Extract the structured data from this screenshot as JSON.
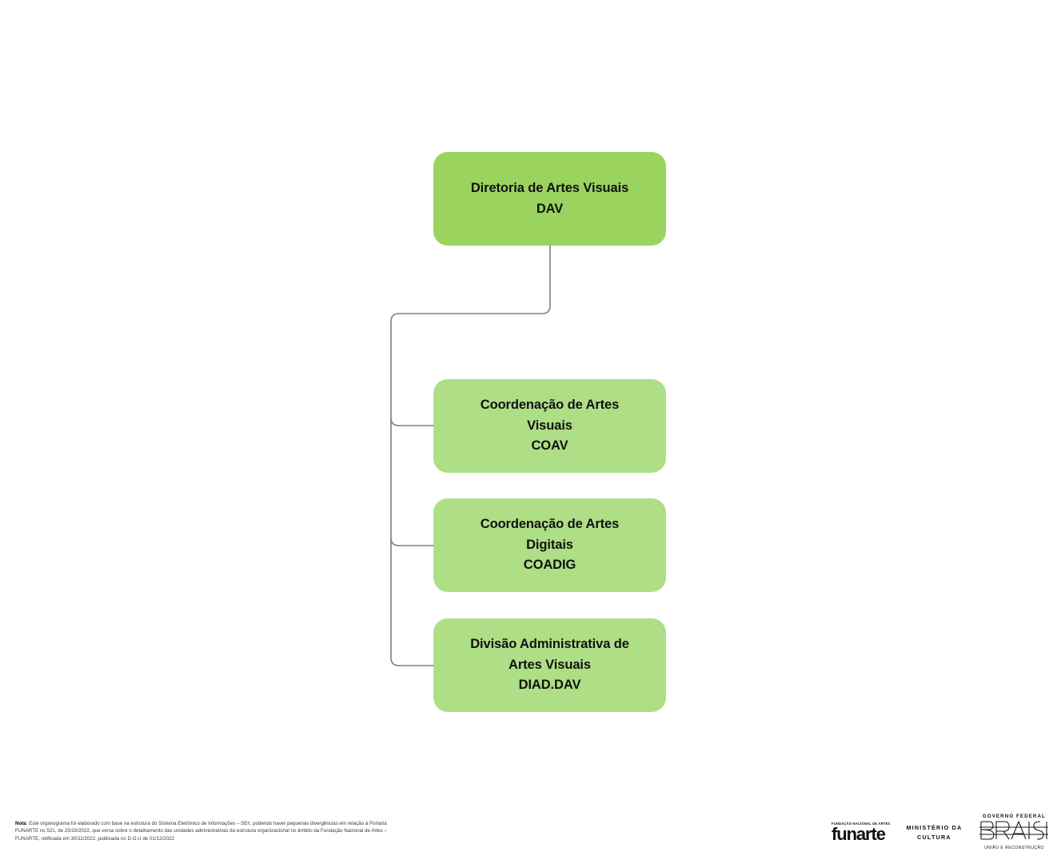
{
  "document": {
    "title": "Organograma - Diretoria de Artes Visuais (DAV)"
  },
  "colors": {
    "root_box_green": "#9BD35F",
    "child_box_green": "#AEDE85",
    "connector_gray": "#808080",
    "text_black": "#111111",
    "background": "#FFFFFF"
  },
  "chart_data": {
    "type": "diagram",
    "layout": "org-chart-vertical-left-trunk",
    "root": {
      "id": "dav",
      "lines": [
        "Diretoria de Artes Visuais",
        "DAV"
      ],
      "label": "Diretoria de Artes Visuais\nDAV",
      "name": "Diretoria de Artes Visuais",
      "acronym": "DAV",
      "color": "#9BD35F"
    },
    "children": [
      {
        "id": "coav",
        "lines": [
          "Coordenação de Artes",
          "Visuais",
          "COAV"
        ],
        "label": "Coordenação de Artes\nVisuais\nCOAV",
        "name": "Coordenação de Artes Visuais",
        "acronym": "COAV",
        "color": "#AEDE85"
      },
      {
        "id": "coadig",
        "lines": [
          "Coordenação de Artes",
          "Digitais",
          "COADIG"
        ],
        "label": "Coordenação de Artes\nDigitais\nCOADIG",
        "name": "Coordenação de Artes Digitais",
        "acronym": "COADIG",
        "color": "#AEDE85"
      },
      {
        "id": "diaddav",
        "lines": [
          "Divisão Administrativa de",
          "Artes Visuais",
          "DIAD.DAV"
        ],
        "label": "Divisão Administrativa de\nArtes Visuais\nDIAD.DAV",
        "name": "Divisão Administrativa de Artes Visuais",
        "acronym": "DIAD.DAV",
        "color": "#AEDE85"
      }
    ]
  },
  "footer": {
    "note_label": "Nota",
    "note_text": ": Este organograma foi elaborado com base na estrutura do Sistema Eletrônico de Informações – SEI!, podendo haver pequenas divergências em relação à Portaria FUNARTE no 521, de 25/10/2022, que versa sobre o detalhamento das unidades administrativas da estrutura organizacional no âmbito da Fundação Nacional de Artes – FUNARTE, retificada em 30/11/2022, publicada no D.O.U de 01/12/2022",
    "logos": {
      "funarte": {
        "top_line": "FUNDAÇÃO NACIONAL DE ARTES",
        "wordmark": "funarte"
      },
      "ministerio": {
        "line1": "MINISTÉRIO DA",
        "line2": "CULTURA"
      },
      "governo": {
        "top_line": "GOVERNO FEDERAL",
        "wordmark": "BRASIL",
        "bottom_line": "UNIÃO E RECONSTRUÇÃO"
      }
    }
  }
}
